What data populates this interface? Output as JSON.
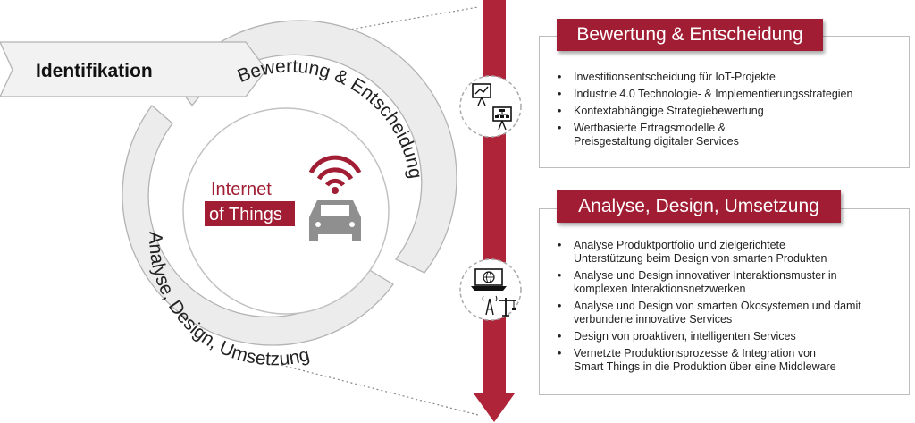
{
  "left": {
    "identification_label": "Identifikation",
    "arc_top_label": "Bewertung & Entscheidung",
    "arc_bottom_label": "Analyse, Design, Umsetzung",
    "center_line1": "Internet",
    "center_line2": "of Things"
  },
  "panels": [
    {
      "title": "Bewertung & Entscheidung",
      "bullets": [
        "Investitionsentscheidung für IoT-Projekte",
        "Industrie 4.0 Technologie- & Implementierungsstrategien",
        "Kontextabhängige Strategiebewertung",
        "Wertbasierte Ertragsmodelle &\nPreisgestaltung digitaler Services"
      ]
    },
    {
      "title": "Analyse, Design, Umsetzung",
      "bullets": [
        "Analyse Produktportfolio und zielgerichtete\nUnterstützung beim Design von smarten Produkten",
        "Analyse und Design innovativer Interaktionsmuster in\nkomplexen Interaktionsnetzwerken",
        "Analyse und Design von smarten Ökosystemen und damit\nverbundene innovative Services",
        "Design von proaktiven, intelligenten Services",
        "Vernetzte Produktionsprozesse & Integration von\nSmart Things in die Produktion über eine Middleware"
      ]
    }
  ],
  "icons": [
    "presentation-board-icon",
    "laptop-network-icon"
  ],
  "colors": {
    "accent": "#a11d33",
    "arrow": "#b0243a",
    "ring": "#ebebeb",
    "ring_border": "#b8b8b8"
  }
}
